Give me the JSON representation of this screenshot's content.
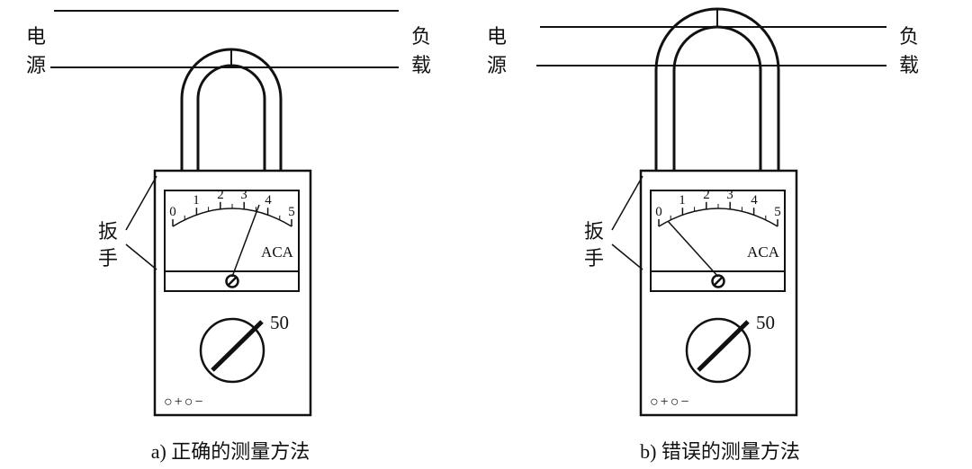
{
  "labels": {
    "source": [
      "电",
      "源"
    ],
    "load": [
      "负",
      "载"
    ],
    "lever": [
      "扳",
      "手"
    ]
  },
  "meter": {
    "scale_ticks": [
      "0",
      "1",
      "2",
      "3",
      "4",
      "5"
    ],
    "unit": "ACA",
    "dial_value": "50",
    "terminals": "○+○−"
  },
  "figures": [
    {
      "caption": "a) 正确的测量方法"
    },
    {
      "caption": "b) 错误的测量方法"
    }
  ]
}
